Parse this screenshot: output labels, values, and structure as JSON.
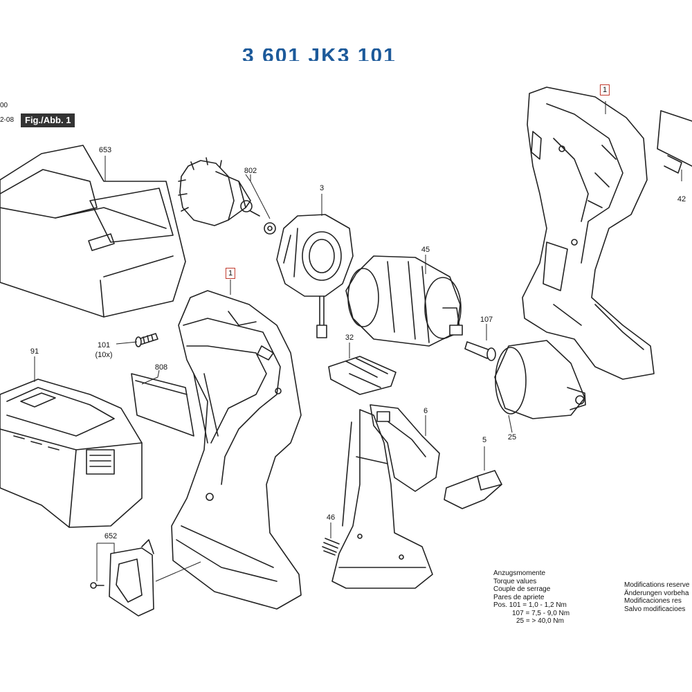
{
  "header": {
    "title": "3 601 JK3 101",
    "meta_top": "00",
    "meta_date": "2-08",
    "fig_label": "Fig./Abb. 1"
  },
  "parts": {
    "p653": "653",
    "p802": "802",
    "p3": "3",
    "p45": "45",
    "p1_top": "1",
    "p1_mid": "1",
    "p42": "42",
    "p101": "101",
    "p101_qty": "(10x)",
    "p808": "808",
    "p91": "91",
    "p32": "32",
    "p107": "107",
    "p6": "6",
    "p25": "25",
    "p5": "5",
    "p46": "46",
    "p652": "652"
  },
  "torque": {
    "line1": "Anzugsmomente",
    "line2": "Torque values",
    "line3": "Couple de serrage",
    "line4": "Pares de apriete",
    "line5": "Pos.  101 = 1,0 - 1,2 Nm",
    "line6": "107 = 7,5 - 9,0 Nm",
    "line7": "25 = > 40,0 Nm"
  },
  "modifications": {
    "line1": "Modifications reserve",
    "line2": "Änderungen vorbeha",
    "line3": "Modificaciones res",
    "line4": "Salvo modificacioes"
  }
}
